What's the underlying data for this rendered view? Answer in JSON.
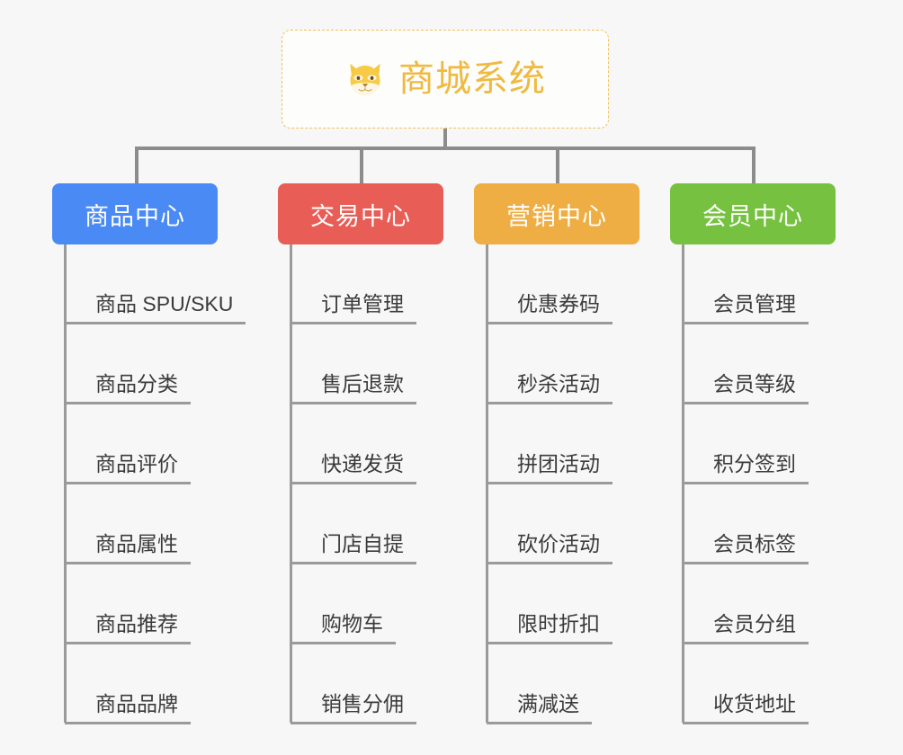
{
  "root": {
    "title": "商城系统",
    "icon": "shiba-dog-icon",
    "border_color": "#f0c05a",
    "text_color": "#f0b93f",
    "background": "#fdfdfb"
  },
  "canvas": {
    "background": "#f7f7f7",
    "connector_color": "#8c8c8c"
  },
  "columns": [
    {
      "title": "商品中心",
      "color": "#4a8af4",
      "items": [
        "商品 SPU/SKU",
        "商品分类",
        "商品评价",
        "商品属性",
        "商品推荐",
        "商品品牌"
      ]
    },
    {
      "title": "交易中心",
      "color": "#e85d55",
      "items": [
        "订单管理",
        "售后退款",
        "快递发货",
        "门店自提",
        "购物车",
        "销售分佣"
      ]
    },
    {
      "title": "营销中心",
      "color": "#eeae43",
      "items": [
        "优惠券码",
        "秒杀活动",
        "拼团活动",
        "砍价活动",
        "限时折扣",
        "满减送"
      ]
    },
    {
      "title": "会员中心",
      "color": "#76c240",
      "items": [
        "会员管理",
        "会员等级",
        "积分签到",
        "会员标签",
        "会员分组",
        "收货地址"
      ]
    }
  ]
}
